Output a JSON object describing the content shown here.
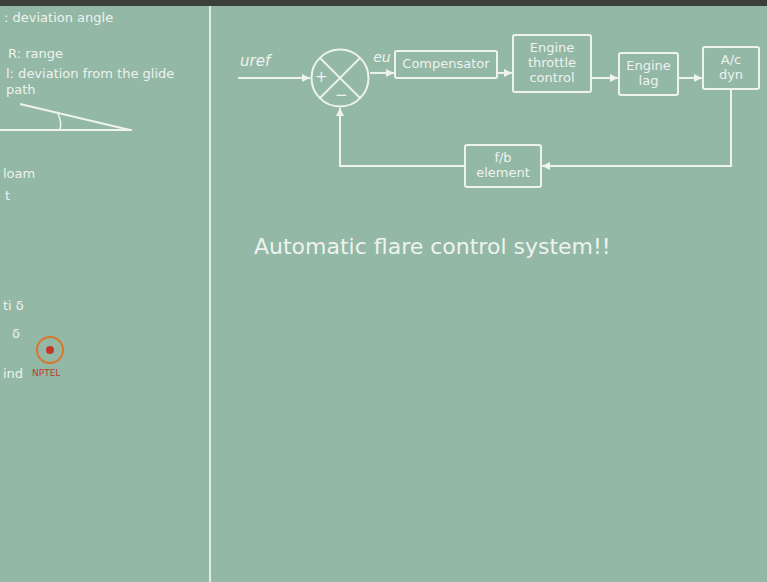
{
  "diagram": {
    "nodes": [
      {
        "text": [
          "+",
          "−"
        ]
      },
      {
        "text": [
          "Compensator"
        ]
      },
      {
        "text": [
          "Engine throttle control"
        ]
      },
      {
        "text": [
          "Engine lag"
        ]
      },
      {
        "text": [
          "A/c dyn"
        ]
      },
      {
        "text": [
          "f/b element"
        ]
      }
    ],
    "edges": [
      {
        "from": 0,
        "to": 1,
        "label": "eu",
        "arrow": "to"
      },
      {
        "from": 1,
        "to": 2,
        "arrow": "to"
      },
      {
        "from": 2,
        "to": 3,
        "arrow": "to"
      },
      {
        "from": 3,
        "to": 4,
        "arrow": "to"
      },
      {
        "from": 4,
        "to": 5,
        "arrow": "to"
      },
      {
        "from": 5,
        "to": 0,
        "arrow": "to"
      }
    ],
    "labels": [
      "uref",
      ": deviation angle",
      "R: range",
      "l: deviation from the glide path",
      "loam",
      "t",
      "ti δ",
      "δ",
      "ind",
      "NPTEL",
      "Automatic flare control system!!"
    ]
  }
}
